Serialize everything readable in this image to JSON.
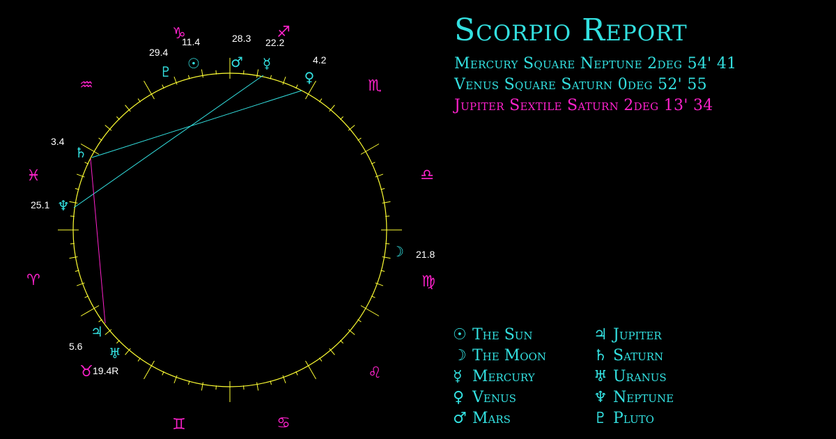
{
  "report": {
    "title": "Scorpio Report",
    "aspects": [
      {
        "text": "Mercury Square Neptune 2deg 54' 41",
        "color": "#33e0e0"
      },
      {
        "text": "Venus Square Saturn 0deg 52' 55",
        "color": "#33e0e0"
      },
      {
        "text": "Jupiter Sextile Saturn 2deg 13' 34",
        "color": "#ff22cc"
      }
    ]
  },
  "colors": {
    "planet": "#33e0e0",
    "sign": "#ff22cc",
    "wheel": "#ffff33",
    "label": "#ffffff"
  },
  "signs": [
    {
      "name": "capricorn",
      "glyph": "♑"
    },
    {
      "name": "sagittarius",
      "glyph": "♐"
    },
    {
      "name": "scorpio",
      "glyph": "♏"
    },
    {
      "name": "libra",
      "glyph": "♎"
    },
    {
      "name": "virgo",
      "glyph": "♍"
    },
    {
      "name": "leo",
      "glyph": "♌"
    },
    {
      "name": "cancer",
      "glyph": "♋"
    },
    {
      "name": "gemini",
      "glyph": "♊"
    },
    {
      "name": "taurus",
      "glyph": "♉"
    },
    {
      "name": "aries",
      "glyph": "♈"
    },
    {
      "name": "pisces",
      "glyph": "♓"
    },
    {
      "name": "aquarius",
      "glyph": "♒"
    }
  ],
  "planets": [
    {
      "name": "sun",
      "glyph": "☉",
      "degree": "11.4"
    },
    {
      "name": "mars",
      "glyph": "♂",
      "degree": "28.3"
    },
    {
      "name": "mercury",
      "glyph": "☿",
      "degree": "22.2"
    },
    {
      "name": "venus",
      "glyph": "♀",
      "degree": "4.2"
    },
    {
      "name": "pluto",
      "glyph": "♇",
      "degree": "29.4"
    },
    {
      "name": "saturn",
      "glyph": "♄",
      "degree": "3.4"
    },
    {
      "name": "neptune",
      "glyph": "♆",
      "degree": "25.1"
    },
    {
      "name": "moon",
      "glyph": "☽",
      "degree": "21.8"
    },
    {
      "name": "jupiter",
      "glyph": "♃",
      "degree": "5.6"
    },
    {
      "name": "uranus",
      "glyph": "♅",
      "degree": "19.4R"
    }
  ],
  "legend": {
    "left": [
      {
        "glyph": "☉",
        "label": "The Sun"
      },
      {
        "glyph": "☽",
        "label": "The Moon"
      },
      {
        "glyph": "☿",
        "label": "Mercury"
      },
      {
        "glyph": "♀",
        "label": "Venus"
      },
      {
        "glyph": "♂",
        "label": "Mars"
      }
    ],
    "right": [
      {
        "glyph": "♃",
        "label": "Jupiter"
      },
      {
        "glyph": "♄",
        "label": "Saturn"
      },
      {
        "glyph": "♅",
        "label": "Uranus"
      },
      {
        "glyph": "♆",
        "label": "Neptune"
      },
      {
        "glyph": "♇",
        "label": "Pluto"
      }
    ]
  }
}
